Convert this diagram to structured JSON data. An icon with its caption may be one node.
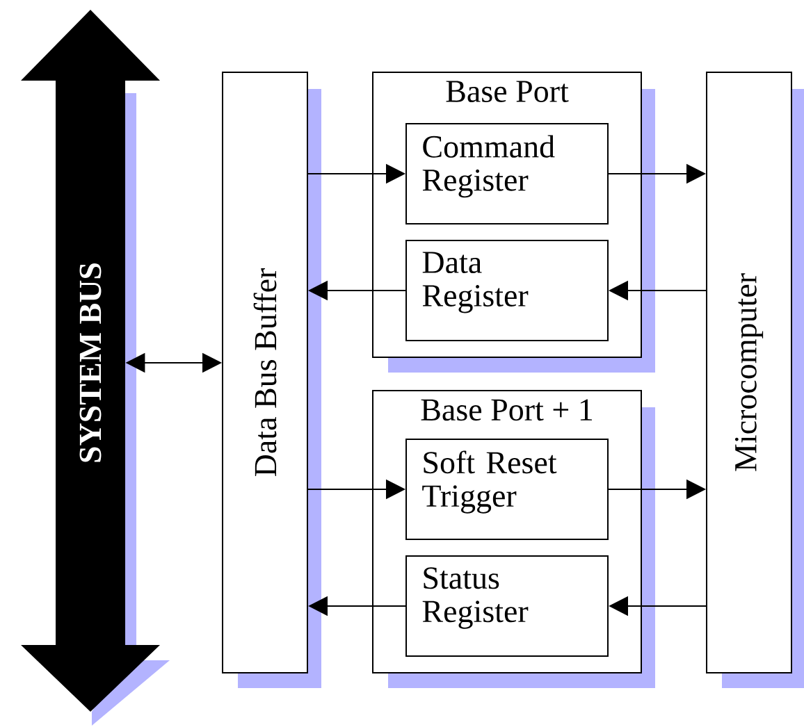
{
  "diagram": {
    "nodes": [
      {
        "text": [
          "SYSTEM BUS"
        ]
      },
      {
        "text": [
          "Data Bus Buffer"
        ]
      },
      {
        "text": [
          "Base Port"
        ]
      },
      {
        "text": [
          "Command Register"
        ],
        "in": 2
      },
      {
        "text": [
          "Data Register"
        ],
        "in": 2
      },
      {
        "text": [
          "Base Port + 1"
        ]
      },
      {
        "text": [
          "Soft Reset Trigger"
        ],
        "in": 5
      },
      {
        "text": [
          "Status Register"
        ],
        "in": 5
      },
      {
        "text": [
          "Microcomputer"
        ]
      }
    ],
    "edges": [
      {
        "from": 0,
        "to": 1,
        "arrow": "both"
      },
      {
        "from": 1,
        "to": 3,
        "arrow": "to"
      },
      {
        "from": 3,
        "to": 8,
        "arrow": "to"
      },
      {
        "from": 8,
        "to": 4,
        "arrow": "to"
      },
      {
        "from": 4,
        "to": 1,
        "arrow": "to"
      },
      {
        "from": 1,
        "to": 6,
        "arrow": "to"
      },
      {
        "from": 6,
        "to": 8,
        "arrow": "to"
      },
      {
        "from": 8,
        "to": 7,
        "arrow": "to"
      },
      {
        "from": 7,
        "to": 1,
        "arrow": "to"
      }
    ]
  }
}
